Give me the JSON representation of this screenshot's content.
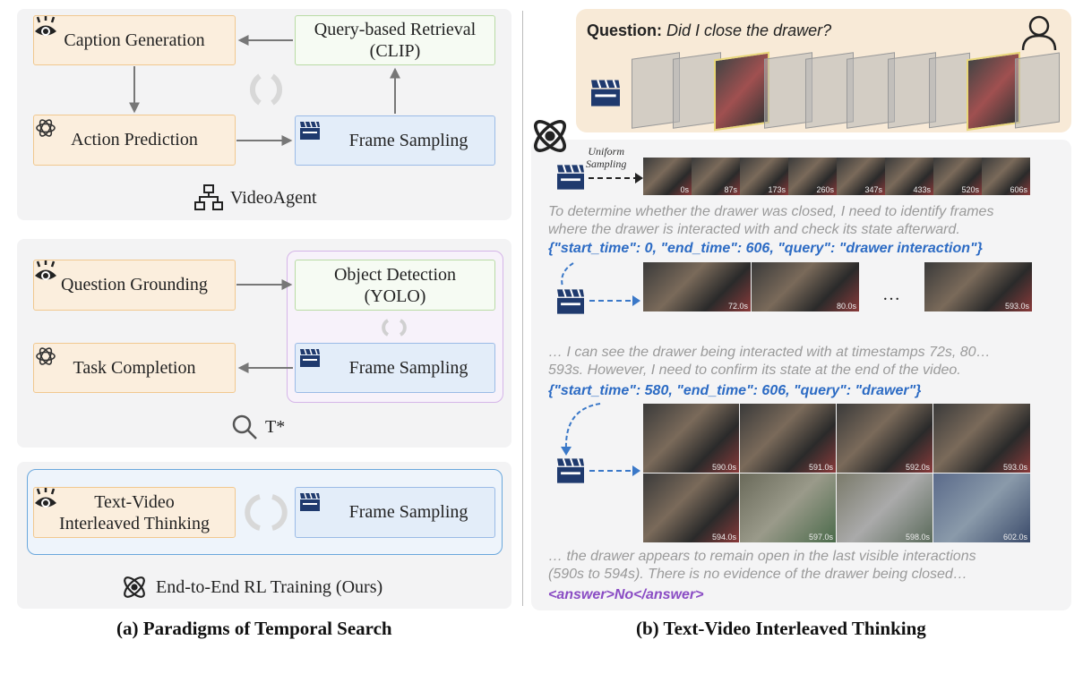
{
  "left": {
    "videoagent": {
      "caption_generation": "Caption Generation",
      "query_retrieval_line1": "Query-based Retrieval",
      "query_retrieval_line2": "(CLIP)",
      "action_prediction": "Action Prediction",
      "frame_sampling": "Frame Sampling",
      "label": "VideoAgent"
    },
    "tstar": {
      "question_grounding": "Question Grounding",
      "object_detection_line1": "Object Detection",
      "object_detection_line2": "(YOLO)",
      "task_completion": "Task Completion",
      "frame_sampling": "Frame Sampling",
      "label": "T*"
    },
    "ours": {
      "thinking_line1": "Text-Video",
      "thinking_line2": "Interleaved Thinking",
      "frame_sampling": "Frame Sampling",
      "label": "End-to-End RL Training (Ours)"
    },
    "caption": "(a) Paradigms of Temporal Search"
  },
  "right": {
    "question_label": "Question:",
    "question_text": "Did I close the drawer?",
    "uniform_sampling_line1": "Uniform",
    "uniform_sampling_line2": "Sampling",
    "strip_timestamps": [
      "0s",
      "87s",
      "173s",
      "260s",
      "347s",
      "433s",
      "520s",
      "606s"
    ],
    "think1_line1": "To determine whether the drawer was closed, I need to identify frames",
    "think1_line2": "where the drawer is interacted with and check its state afterward.",
    "call1": "{\"start_time\": 0, \"end_time\": 606, \"query\": \"drawer interaction\"}",
    "row2_timestamps": [
      "72.0s",
      "80.0s",
      "593.0s"
    ],
    "ellipsis": "…",
    "think2_line1": "… I can see the drawer being interacted with at timestamps 72s, 80…",
    "think2_line2": "593s. However, I need to confirm its state at the end of the video.",
    "call2": "{\"start_time\": 580, \"end_time\": 606, \"query\": \"drawer\"}",
    "grid_timestamps": [
      "590.0s",
      "591.0s",
      "592.0s",
      "593.0s",
      "594.0s",
      "597.0s",
      "598.0s",
      "602.0s"
    ],
    "think3_line1": "… the drawer appears to remain open in the last visible interactions",
    "think3_line2": "(590s to 594s). There is no evidence of the drawer being closed…",
    "answer": "<answer>No</answer>",
    "caption": "(b) Text-Video Interleaved Thinking"
  },
  "colors": {
    "orange_fill": "#fbeedd",
    "green_fill": "#f6fbf3",
    "blue_fill": "#e3edf9",
    "json_blue": "#2c6bc4",
    "answer_purple": "#8a4cc4",
    "clapper_navy": "#1f3a6e"
  }
}
